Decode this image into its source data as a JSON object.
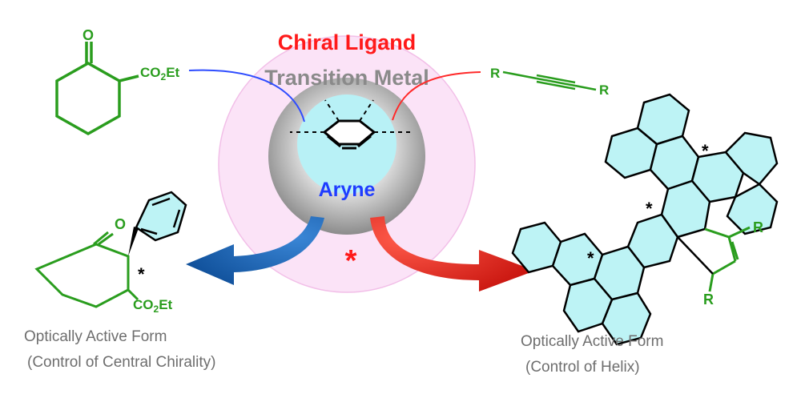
{
  "center": {
    "ligand": "Chiral Ligand",
    "metal": "Transition Metal",
    "aryne": "Aryne",
    "chiral_star": "*"
  },
  "reactants": {
    "ester_group": "CO2Et",
    "ketone_o": "O",
    "alkyne_r1": "R",
    "alkyne_r2": "R"
  },
  "product_left": {
    "o": "O",
    "star": "*",
    "ester_group": "CO2Et",
    "caption_line1": "Optically Active Form",
    "caption_line2": "(Control of Central Chirality)"
  },
  "product_right": {
    "r1": "R",
    "r2": "R",
    "star1": "*",
    "star2": "*",
    "star3": "*",
    "caption_line1": "Optically Active Form",
    "caption_line2": "(Control of Helix)"
  },
  "colors": {
    "ligand": "#ff1a1a",
    "metal": "#8a8a8a",
    "aryne": "#1f3cff",
    "molecule_green": "#2a9d1e",
    "blue_arrow": "#1a5fb4",
    "red_arrow": "#e8241c",
    "aromatic_fill": "#bdf3f5",
    "outer_disc": "#fbe3f7",
    "inner_disc": "#bfbfbf",
    "caption": "#6e6e6e"
  }
}
